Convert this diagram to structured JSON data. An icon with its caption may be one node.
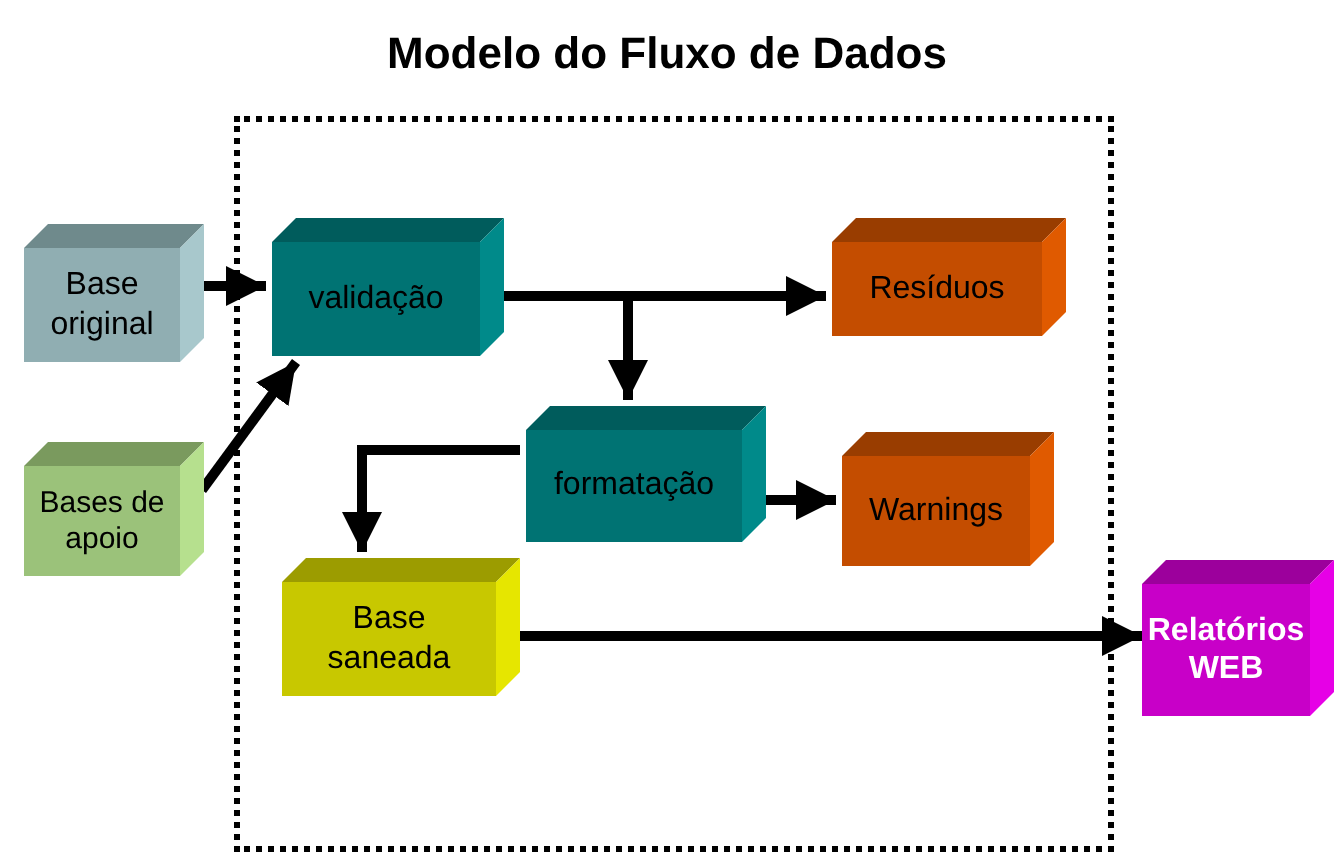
{
  "diagram": {
    "title": "Modelo do Fluxo de Dados",
    "nodes": [
      {
        "text": [],
        "shape": "box"
      },
      {
        "text": [
          "Base original"
        ]
      },
      {
        "text": [
          "validação"
        ],
        "in": 0
      },
      {
        "text": [
          "Resíduos"
        ],
        "in": 0
      },
      {
        "text": [
          "Bases de apoio"
        ]
      },
      {
        "text": [
          "formatação"
        ],
        "in": 0
      },
      {
        "text": [
          "Warnings"
        ],
        "in": 0
      },
      {
        "text": [
          "Base saneada"
        ],
        "in": 0
      },
      {
        "text": [
          "Relatórios WEB"
        ]
      }
    ],
    "edges": [
      {
        "from": 1,
        "to": 2,
        "arrow": "to"
      },
      {
        "from": 4,
        "to": 2,
        "arrow": "to"
      },
      {
        "from": 2,
        "to": 3,
        "arrow": "to"
      },
      {
        "from": 2,
        "to": 5,
        "arrow": "to"
      },
      {
        "from": 5,
        "to": 7,
        "arrow": "to"
      },
      {
        "from": 5,
        "to": 6,
        "arrow": "to"
      },
      {
        "from": 7,
        "to": 8,
        "arrow": "to"
      }
    ]
  }
}
